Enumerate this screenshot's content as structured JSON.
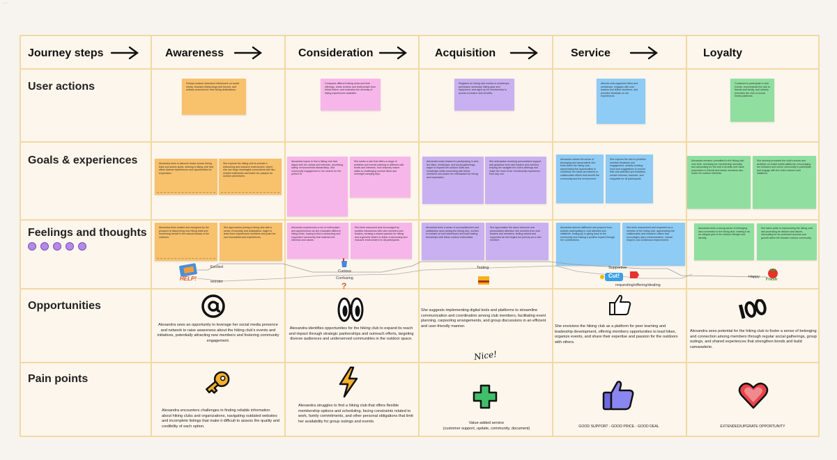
{
  "header": {
    "journey_label": "Journey steps",
    "stages": [
      "Awareness",
      "Consideration",
      "Acquisition",
      "Service",
      "Loyalty"
    ]
  },
  "rows": {
    "user_actions": "User actions",
    "goals": "Goals & experiences",
    "feelings": "Feelings and thoughts",
    "opportunities": "Opportunities",
    "pain_points": "Pain points"
  },
  "user_actions": [
    "Follows outdoor adventure influencers on social media, browses hiking blogs and forums, and actively searches for new hiking destinations.",
    "Compares different hiking clubs and their offerings, reads reviews and testimonials from fellow hikers, and evaluates the diversity of hiking experiences available.",
    "Registers for hiking club events or workshops, purchases necessary hiking gear and equipment, and signs up for membership to access exclusive club benefits.",
    "Attends club-organized hikes and workshops, engages with club leaders and fellow members, and provides feedback on her experiences.",
    "Continues to participate in club events, recommends the club to friends and family, and actively promotes the club on social media platforms."
  ],
  "goals": [
    "Alexandra aims to discover lesser-known hiking trails and scenic spots, seeking a hiking club that offers diverse experiences and opportunities for exploration.",
    "She expects the hiking club to provide a welcoming and inclusive environment, where she can forge meaningful connections with like-minded individuals and foster her passion for outdoor adventures.",
    "Alexandra hopes to find a hiking club that aligns with her values and interests, prioritizing safety, environmental stewardship, and community engagement in her search for the perfect fit.",
    "She seeks a club that offers a range of activities and events catering to different skill levels and interests, from leisurely nature walks to challenging summit hikes and overnight camping trips.",
    "Alexandra looks forward to participating in club-led hikes, workshops, and social gatherings, eager to expand her outdoor skills and knowledge while connecting with fellow members who share her enthusiasm for hiking and exploration.",
    "She anticipates receiving personalized support and guidance from club leaders and mentors, helping her navigate the club's offerings and make the most of her membership experience from day one.",
    "Alexandra values the sense of belonging and camaraderie she finds within the hiking club, appreciating the opportunities to contribute her ideas and talents to collaborative efforts that benefit the community and the environment.",
    "She expects the club to prioritize member feedback and engagement, actively seeking input and suggestions to ensure that club activities and initiatives remain relevant, inclusive, and enjoyable for all participants.",
    "Alexandra remains committed to the hiking club over time, renewing her membership annually and advocating for the club's benefits and value proposition to friends and family members who share her outdoor interests.",
    "She actively promotes the club's events and activities on social media platforms, encouraging her followers and online community to participate and engage with the club's mission and initiatives."
  ],
  "feelings": [
    "Alexandra feels excited and energized by the prospect of discovering new hiking trails and immersing herself in the natural beauty of the outdoors.",
    "She approaches joining a hiking club with a sense of curiosity and anticipation, eager to learn from experienced members and push her own boundaries and experiences.",
    "Alexandra experiences a mix of enthusiasm and apprehension as she evaluates different hiking clubs, hoping to find a welcoming and supportive community that matches her interests and values.",
    "She feels reassured and encouraged by positive interactions with club members and leaders, sensing a shared passion for hiking and a genuine desire to foster a welcoming and inclusive environment for all participants.",
    "Alexandra feels a sense of accomplishment and satisfaction upon joining the hiking club, excited to embark on new adventures and build lasting friendships with fellow outdoor enthusiasts.",
    "She appreciates the warm welcome and personalized attention she receives from club leaders and members, feeling valued and supported as she begins her journey as a club member.",
    "Alexandra derives fulfillment and purpose from actively participating in club activities and initiatives, finding joy in giving back to the community and making a positive impact through her contributions.",
    "She feels empowered and respected as a member of the hiking club, appreciating the collaborative and inclusive culture that encourages open communication, mutual respect, and continuous improvement.",
    "Alexandra feels a strong sense of belonging and connection to the hiking club, viewing it as an integral part of her outdoor lifestyle and identity.",
    "She takes pride in representing the hiking club and promoting its mission and values, advocating for its continued success and growth within the broader outdoor community."
  ],
  "feeling_labels": {
    "excited": "Excited",
    "wonder": "wonder",
    "curious": "Curious",
    "confusing": "Confusing",
    "testing": "Testing",
    "supportive": "Supportive",
    "requesting": "requesting/offering/dealing",
    "happy": "Happy"
  },
  "stickers": {
    "help": "HELP!",
    "cut": "Cut!",
    "fresh": "Fresh",
    "nice": "Nice!"
  },
  "opportunities": [
    "Alexandra sees an opportunity to leverage her social media presence and network to raise awareness about the hiking club's events and initiatives, potentially attracting new members and fostering community engagement.",
    "Alexandra identifies opportunities for the hiking club to expand its reach and impact through strategic partnerships and outreach efforts, targeting diverse audiences and underserved communities in the outdoor space.",
    "She suggests implementing digital tools and platforms to streamline communication and coordination among club members, facilitating event planning, carpooling arrangements, and group discussions in an efficient and user-friendly manner.",
    "She envisions the hiking club as a platform for peer learning and leadership development, offering members opportunities to lead hikes, organize events, and share their expertise and passion for the outdoors with others.",
    "Alexandra sees potential for the hiking club to foster a sense of belonging and connection among members through regular social gatherings, group outings, and shared experiences that strengthen bonds and build camaraderie."
  ],
  "pain_points": [
    "Alexandra encounters challenges in finding reliable information about hiking clubs and organizations, navigating outdated websites and incomplete listings that make it difficult to assess the quality and credibility of each option.",
    "Alexandra struggles to find a hiking club that offers flexible membership options and scheduling, facing constraints related to work, family commitments, and other personal obligations that limit her availability for group outings and events.",
    "Value-added service\n(customer support, update, community, document)",
    "GOOD SUPPORT - GOOD PRICE - GOOD DEAL",
    "EXTENDED/UPGRATE OPPORTUNITY"
  ],
  "colors": {
    "orange": "#f8c16c",
    "pink": "#f7b6ea",
    "purple": "#c9b1f1",
    "blue": "#8ecbf5",
    "green": "#90dfa1",
    "grid": "#f2d9a4"
  },
  "icons": [
    "at-sign-icon",
    "eyes-icon",
    "thumbs-up-icon",
    "hundred-icon",
    "key-icon",
    "lightning-icon",
    "plus-icon",
    "like-icon",
    "heart-icon",
    "emoji-icon"
  ]
}
